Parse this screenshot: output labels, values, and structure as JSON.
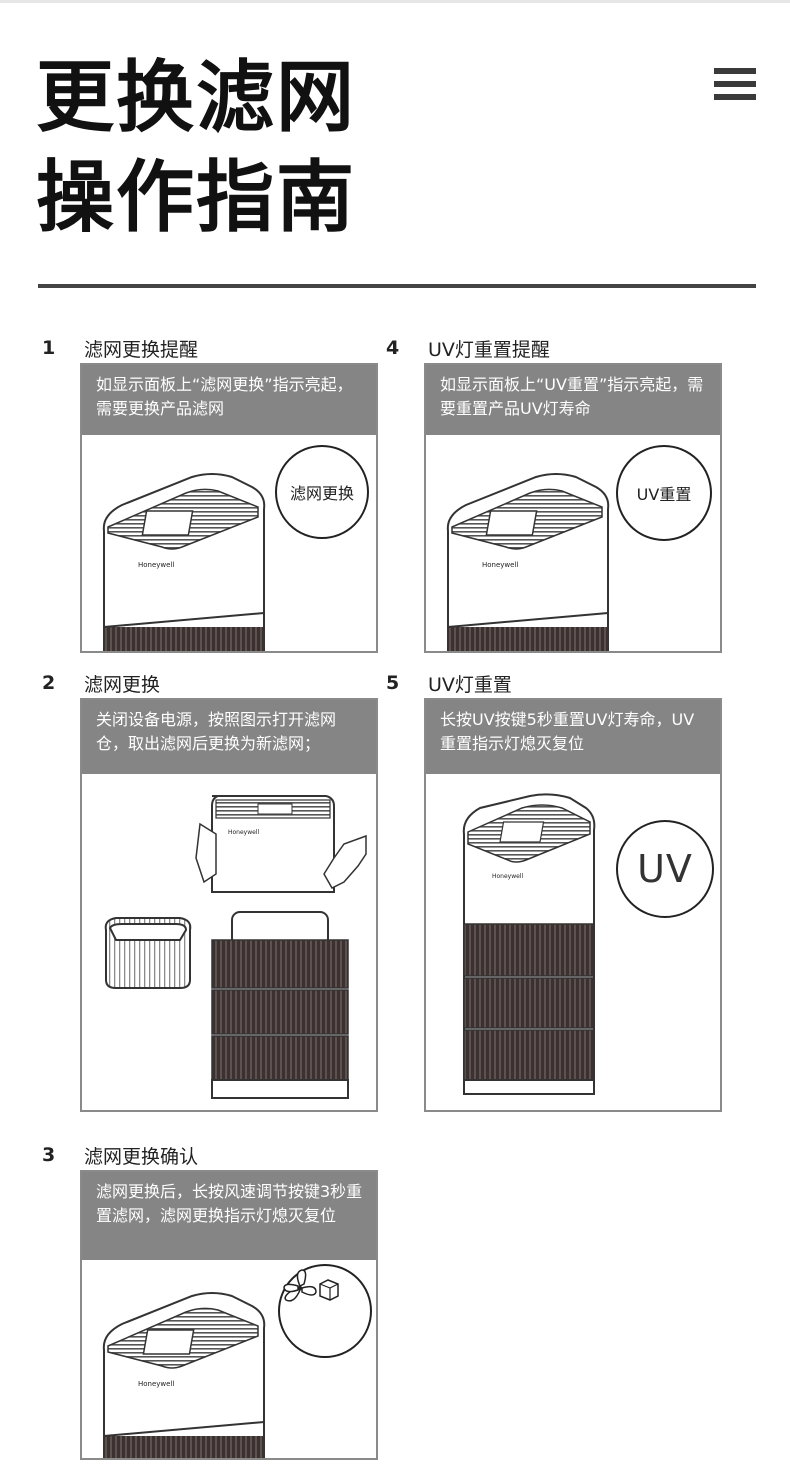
{
  "header": {
    "title_line1": "更换滤网",
    "title_line2": "操作指南"
  },
  "menu_icon": "hamburger-menu-icon",
  "brand_text": "Honeywell",
  "steps": [
    {
      "num": "1",
      "title": "滤网更换提醒",
      "desc": "如显示面板上“滤网更换”指示亮起，需要更换产品滤网",
      "badge": "滤网更换"
    },
    {
      "num": "2",
      "title": "滤网更换",
      "desc": "关闭设备电源，按照图示打开滤网仓，取出滤网后更换为新滤网；"
    },
    {
      "num": "3",
      "title": "滤网更换确认",
      "desc": "滤网更换后，长按风速调节按键3秒重置滤网，滤网更换指示灯熄灭复位",
      "badge_icon": "fan-and-filter-icon"
    },
    {
      "num": "4",
      "title": "UV灯重置提醒",
      "desc": "如显示面板上“UV重置”指示亮起，需要重置产品UV灯寿命",
      "badge": "UV重置"
    },
    {
      "num": "5",
      "title": "UV灯重置",
      "desc": "长按UV按键5秒重置UV灯寿命，UV重置指示灯熄灭复位",
      "badge": "UV"
    }
  ]
}
